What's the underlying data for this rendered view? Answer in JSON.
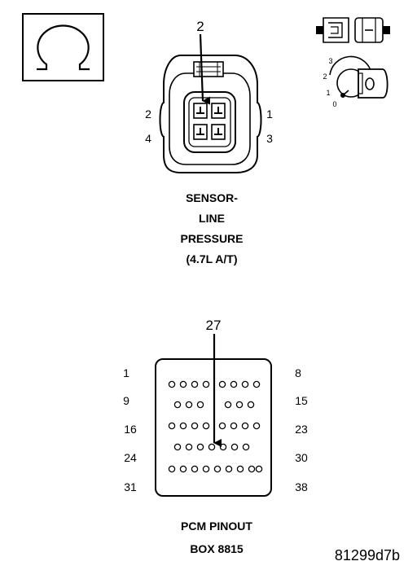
{
  "sensor_connector": {
    "callout_pin": "2",
    "pin_labels": {
      "top_left": "2",
      "top_right": "1",
      "bottom_left": "4",
      "bottom_right": "3"
    },
    "title_lines": [
      "SENSOR-",
      "LINE",
      "PRESSURE",
      "(4.7L A/T)"
    ]
  },
  "ignition_switch": {
    "positions": [
      "3",
      "2",
      "1",
      "0"
    ]
  },
  "pcm": {
    "callout_pin": "27",
    "row_start_labels": [
      "1",
      "9",
      "16",
      "24",
      "31"
    ],
    "row_end_labels": [
      "8",
      "15",
      "23",
      "30",
      "38"
    ],
    "title_lines": [
      "PCM PINOUT",
      "BOX 8815"
    ]
  },
  "figure_code": "81299d7b"
}
